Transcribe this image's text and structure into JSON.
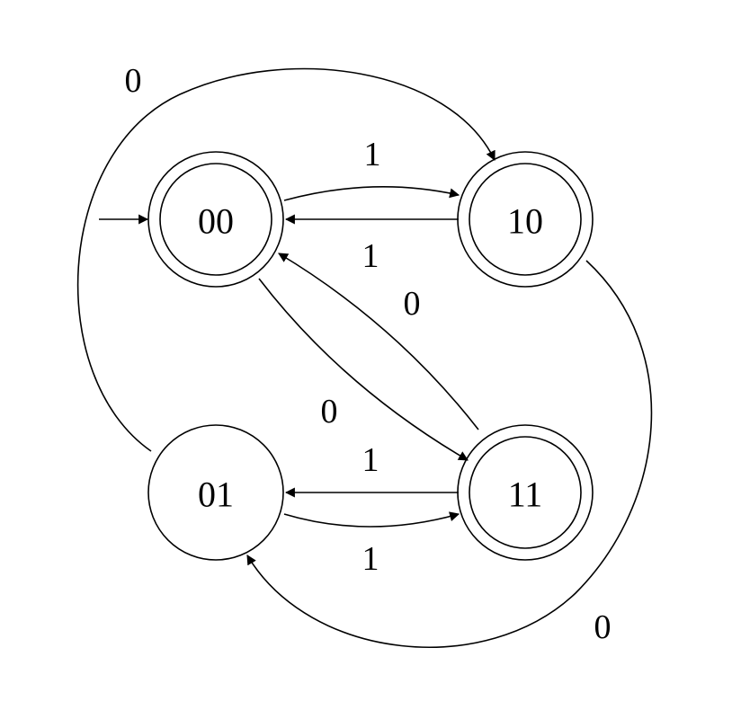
{
  "diagram": {
    "type": "state-machine",
    "start_state": "00",
    "states": [
      {
        "id": "s00",
        "label": "00",
        "accepting": true
      },
      {
        "id": "s10",
        "label": "10",
        "accepting": true
      },
      {
        "id": "s01",
        "label": "01",
        "accepting": false
      },
      {
        "id": "s11",
        "label": "11",
        "accepting": true
      }
    ],
    "transitions": [
      {
        "id": "t00_10",
        "from": "00",
        "to": "10",
        "label": "1"
      },
      {
        "id": "t10_00",
        "from": "10",
        "to": "00",
        "label": "1"
      },
      {
        "id": "t01_10",
        "from": "01",
        "to": "10",
        "label": "0"
      },
      {
        "id": "t11_00",
        "from": "11",
        "to": "00",
        "label": "0"
      },
      {
        "id": "t00_11",
        "from": "00",
        "to": "11",
        "label": "0"
      },
      {
        "id": "t11_01",
        "from": "11",
        "to": "01",
        "label": "1"
      },
      {
        "id": "t01_11",
        "from": "01",
        "to": "11",
        "label": "1"
      },
      {
        "id": "t10_01",
        "from": "10",
        "to": "01",
        "label": "0"
      }
    ]
  }
}
